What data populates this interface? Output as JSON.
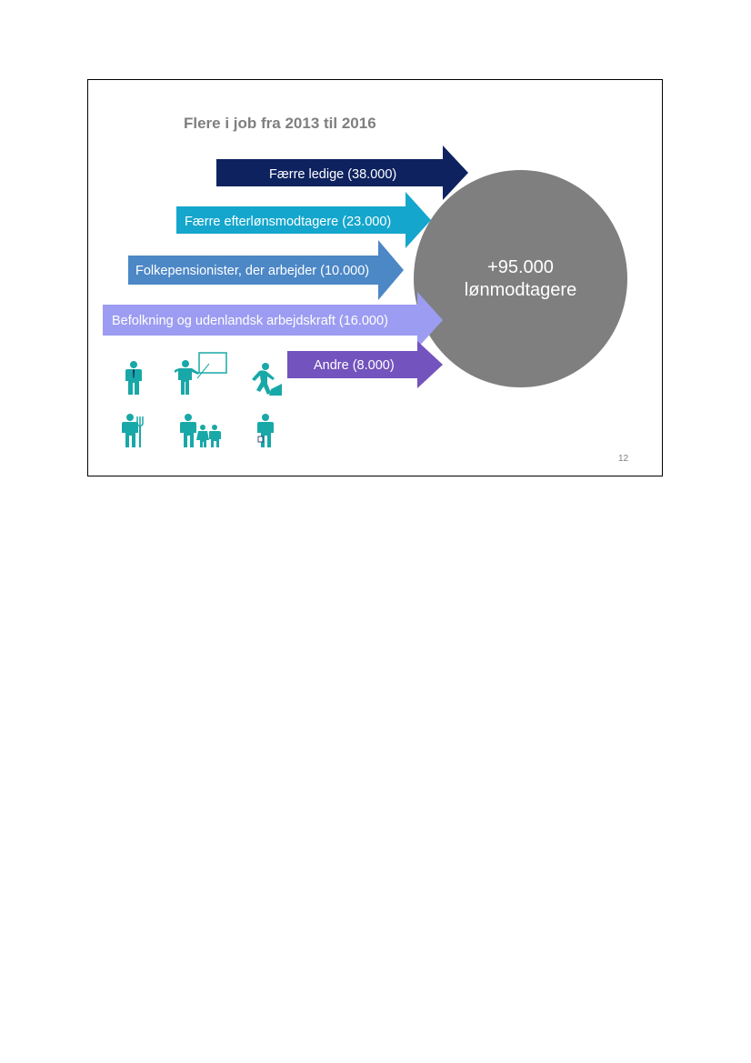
{
  "slide": {
    "title": "Flere i job fra 2013 til 2016",
    "page_number": "12"
  },
  "arrows": [
    {
      "label": "Færre ledige (38.000)",
      "color": "#0e2260"
    },
    {
      "label": "Færre efterlønsmodtagere (23.000)",
      "color": "#14a6cc"
    },
    {
      "label": "Folkepensionister, der arbejder (10.000)",
      "color": "#4c87c6"
    },
    {
      "label": "Befolkning og udenlandsk arbejdskraft (16.000)",
      "color": "#9c9cf2"
    },
    {
      "label": "Andre (8.000)",
      "color": "#7353bd"
    }
  ],
  "total": {
    "line1": "+95.000",
    "line2": "lønmodtagere",
    "color": "#7f7f7f"
  },
  "icons": {
    "color": "#19a8a8",
    "items": [
      "businessman-icon",
      "teacher-icon",
      "worker-shoveling-icon",
      "farmer-pitchfork-icon",
      "family-icon",
      "person-with-bag-icon"
    ]
  }
}
